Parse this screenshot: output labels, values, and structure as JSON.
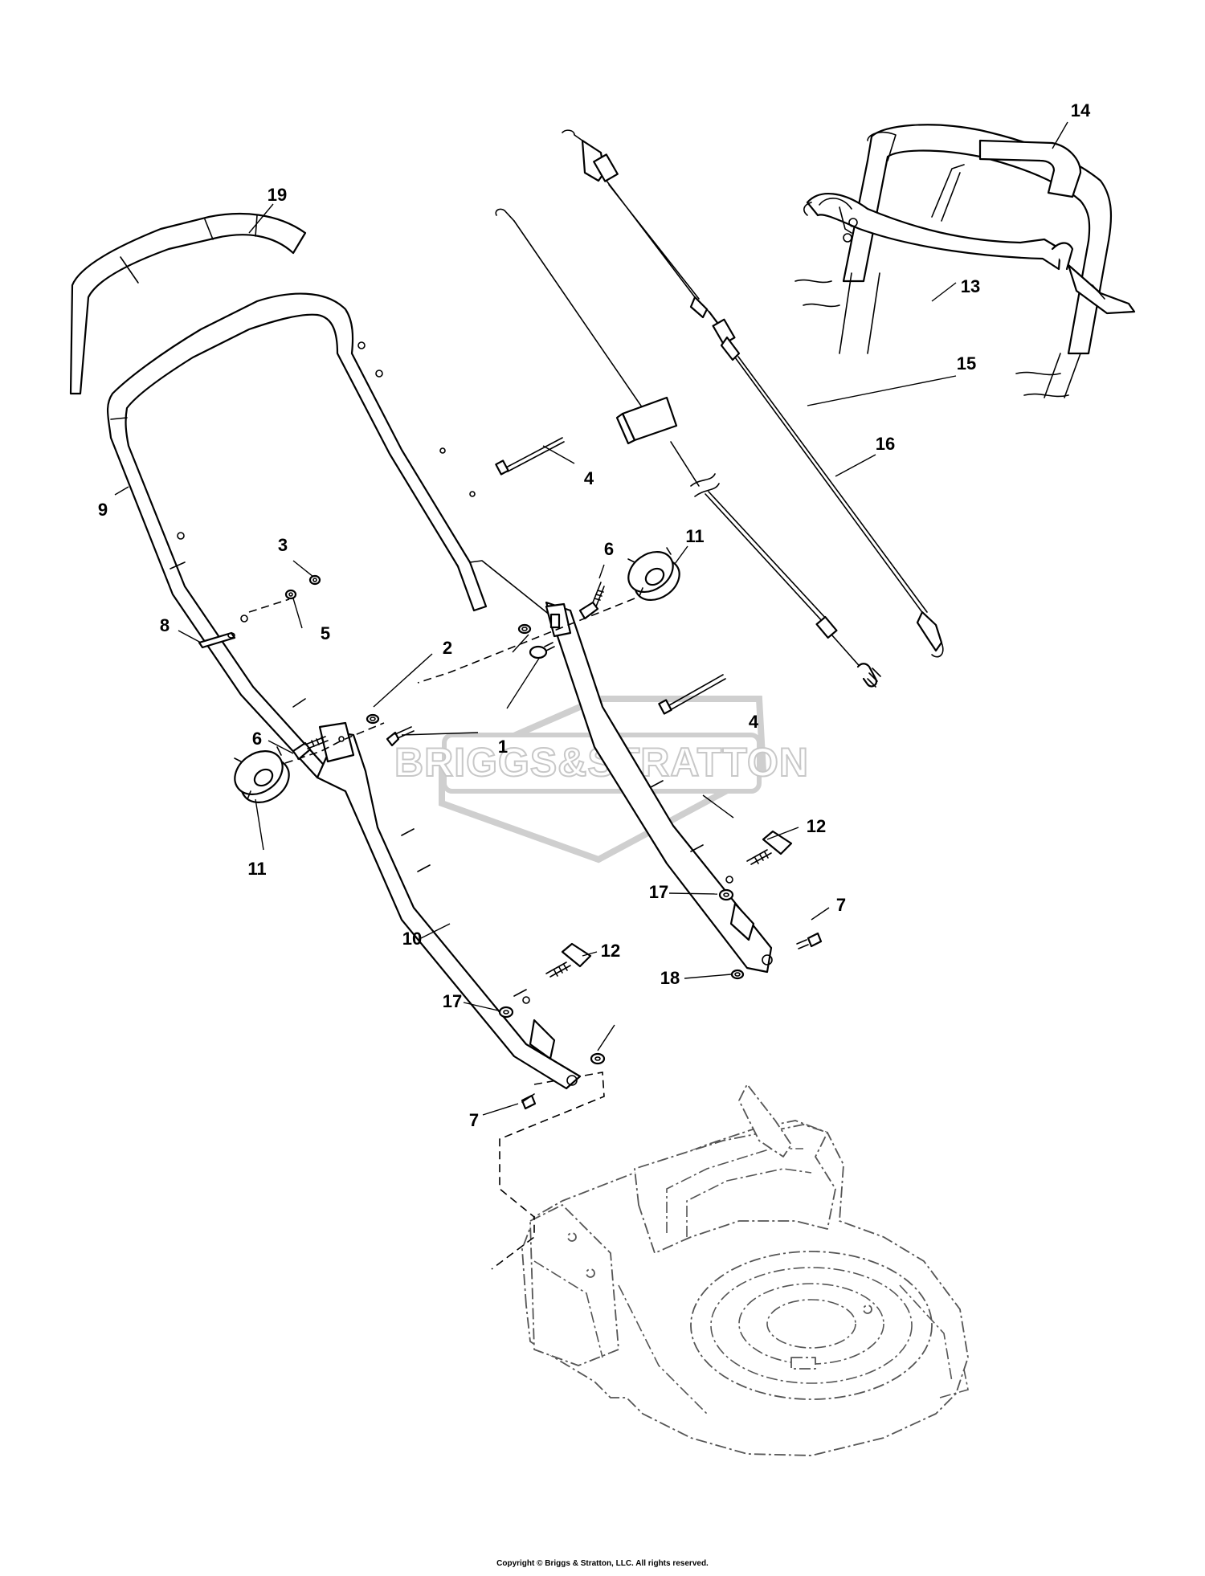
{
  "watermark": {
    "text": "BRIGGS&STRATTON"
  },
  "callouts": [
    "1",
    "2",
    "3",
    "4",
    "4",
    "5",
    "6",
    "6",
    "7",
    "7",
    "8",
    "9",
    "10",
    "11",
    "11",
    "12",
    "12",
    "13",
    "14",
    "15",
    "16",
    "17",
    "17",
    "18",
    "19"
  ],
  "copyright": "Copyright © Briggs & Stratton, LLC. All rights reserved."
}
